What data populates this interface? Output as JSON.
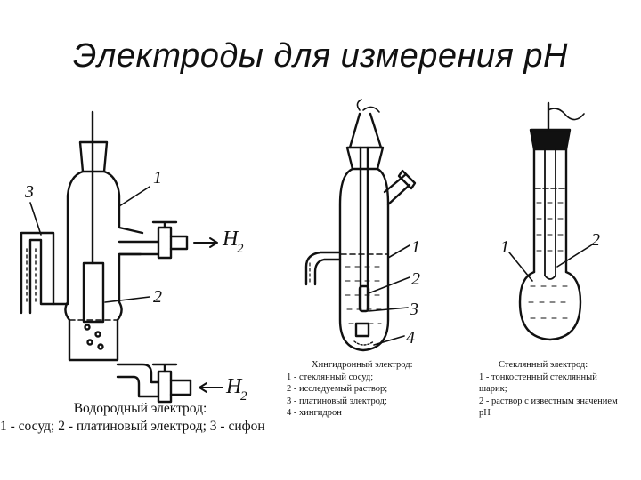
{
  "title": "Электроды для измерения pH",
  "hydrogen_electrode": {
    "labels": {
      "n1": "1",
      "n2": "2",
      "n3": "3"
    },
    "gas_out": {
      "symbol": "H",
      "sub": "2"
    },
    "gas_in": {
      "symbol": "H",
      "sub": "2"
    },
    "caption": {
      "title": "Водородный электрод:",
      "line": "1 - сосуд; 2 - платиновый электрод; 3 - сифон"
    }
  },
  "quinhydrone_electrode": {
    "labels": {
      "n1": "1",
      "n2": "2",
      "n3": "3",
      "n4": "4"
    },
    "caption": {
      "title": "Хингидронный электрод:",
      "lines": [
        "1 - стеклянный сосуд;",
        "2 - исследуемый раствор;",
        "3 - платиновый электрод;",
        "4 - хингидрон"
      ]
    }
  },
  "glass_electrode": {
    "labels": {
      "n1": "1",
      "n2": "2"
    },
    "caption": {
      "title": "Стеклянный электрод:",
      "lines": [
        "1 - тонкостенный стеклянный",
        "шарик;",
        "2 - раствор с известным значением",
        "pH"
      ]
    }
  }
}
